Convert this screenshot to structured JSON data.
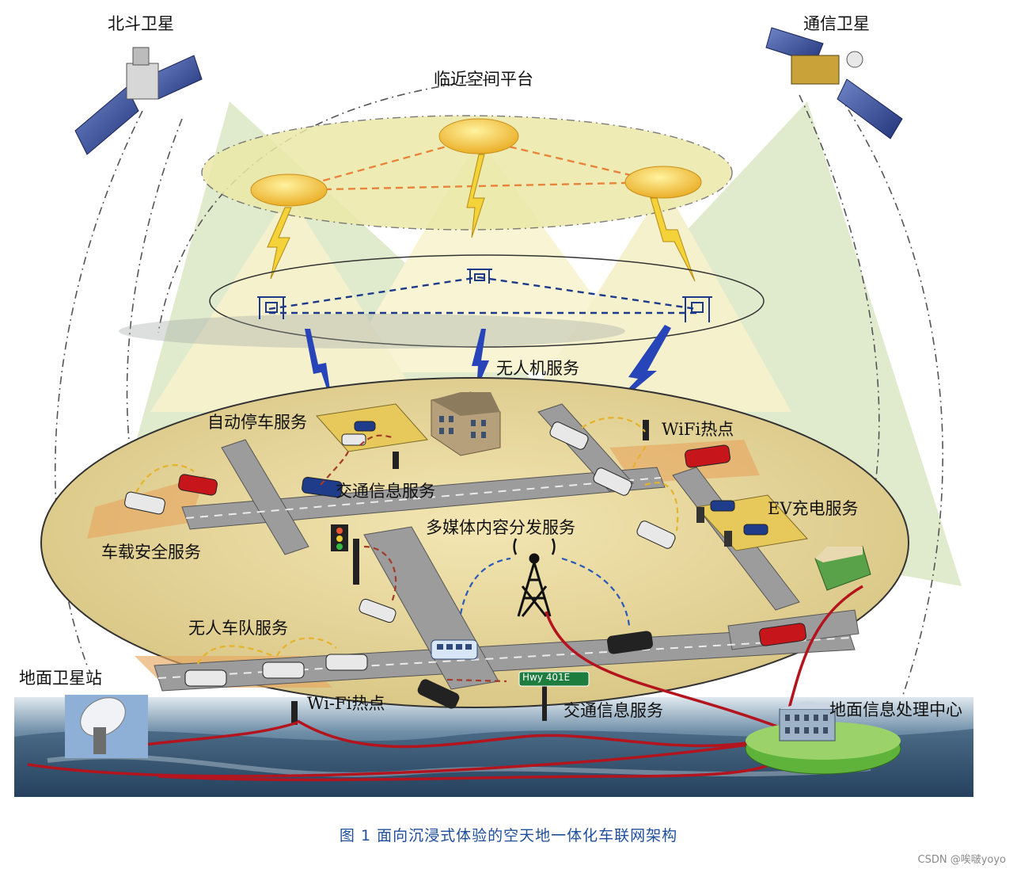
{
  "labels": {
    "beidou": "北斗卫星",
    "comm_sat": "通信卫星",
    "near_space": "临近空间平台",
    "uav_service": "无人机服务",
    "auto_parking": "自动停车服务",
    "wifi_hotspot_top": "WiFi热点",
    "traffic_info_1": "交通信息服务",
    "ev_charging": "EV充电服务",
    "multimedia": "多媒体内容分发服务",
    "vehicle_safety": "车载安全服务",
    "platoon": "无人车队服务",
    "ground_station": "地面卫星站",
    "wifi_hotspot_bottom": "Wi-Fi热点",
    "traffic_info_2": "交通信息服务",
    "ground_center": "地面信息处理中心",
    "road_sign": "Hwy 401E"
  },
  "caption": "图 1    面向沉浸式体验的空天地一体化车联网架构",
  "watermark": "CSDN @唉啵yoyo",
  "colors": {
    "caption_blue": "#1f4e9a",
    "ground_disk": "#e8d9a0",
    "near_space_ring": "#ece9a8",
    "link_orange": "#e8843a",
    "link_blue": "#1d3a8a",
    "cable_red": "#b3141e"
  }
}
